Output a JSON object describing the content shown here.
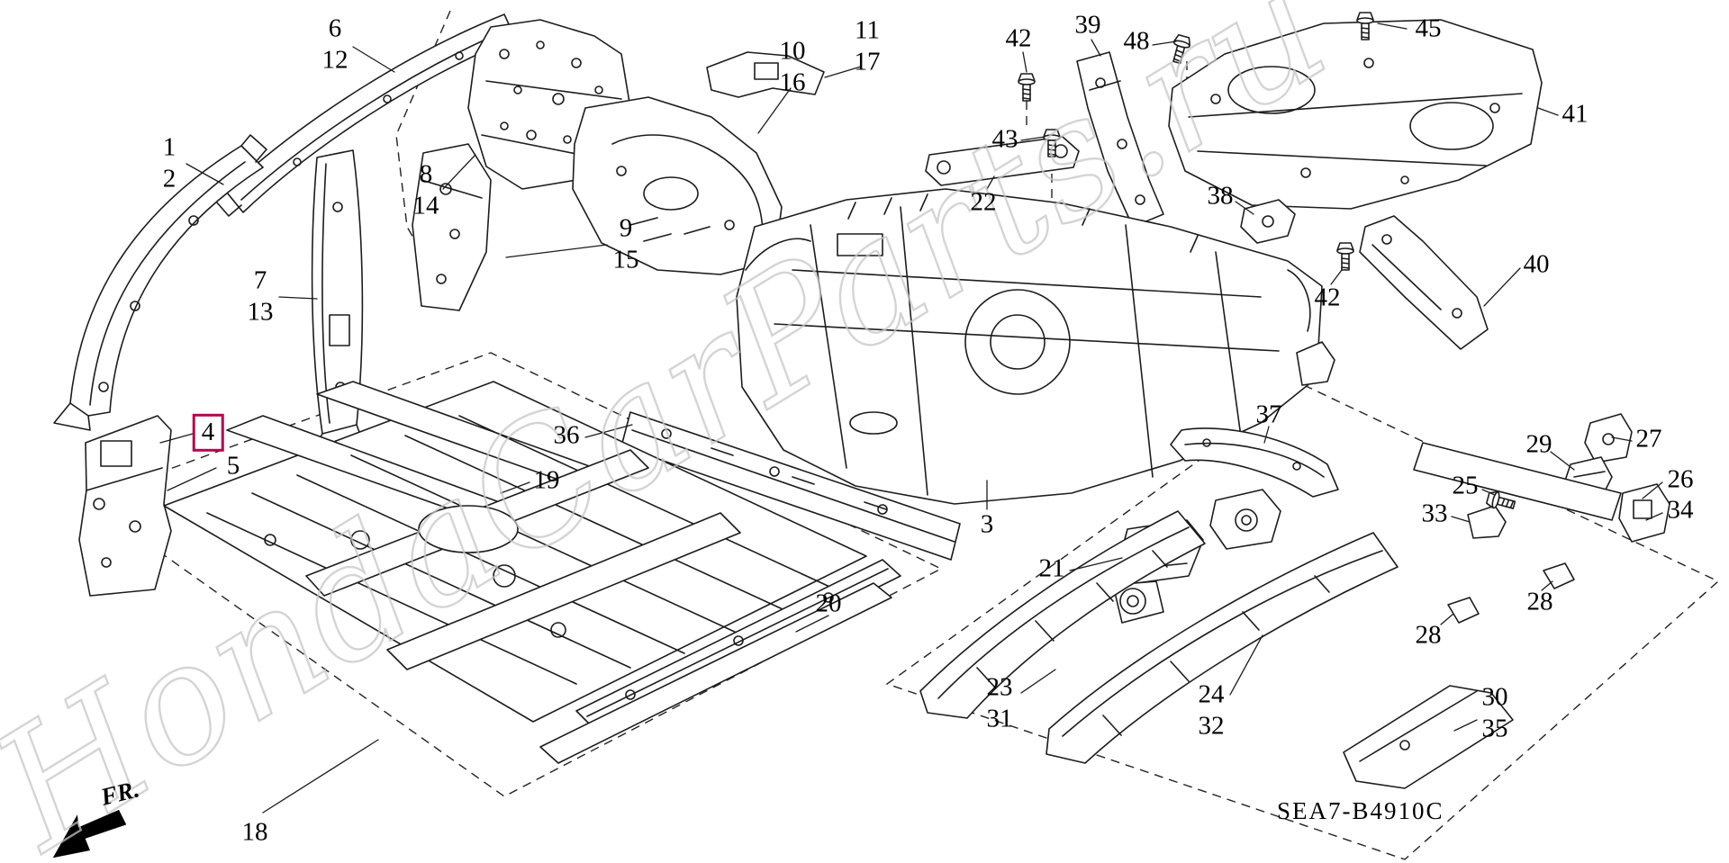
{
  "page": {
    "watermark": "HondaCarParts.ru",
    "diagram_code": "SEA7-B4910C",
    "fr_label": "FR.",
    "highlight_color": "#b5074f"
  },
  "callouts": {
    "c1": "1",
    "c2": "2",
    "c6": "6",
    "c12": "12",
    "c8": "8",
    "c14": "14",
    "c7": "7",
    "c13": "13",
    "c9": "9",
    "c15": "15",
    "c10": "10",
    "c16": "16",
    "c11": "11",
    "c17": "17",
    "c42a": "42",
    "c39": "39",
    "c48": "48",
    "c45": "45",
    "c41": "41",
    "c43": "43",
    "c22": "22",
    "c38": "38",
    "c42b": "42",
    "c40": "40",
    "c4": "4",
    "c5": "5",
    "c36": "36",
    "c19": "19",
    "c37": "37",
    "c29": "29",
    "c27": "27",
    "c25": "25",
    "c26": "26",
    "c33": "33",
    "c34": "34",
    "c3": "3",
    "c21": "21",
    "c20": "20",
    "c28a": "28",
    "c28b": "28",
    "c23": "23",
    "c31": "31",
    "c24": "24",
    "c32": "32",
    "c30": "30",
    "c35": "35",
    "c18": "18"
  }
}
